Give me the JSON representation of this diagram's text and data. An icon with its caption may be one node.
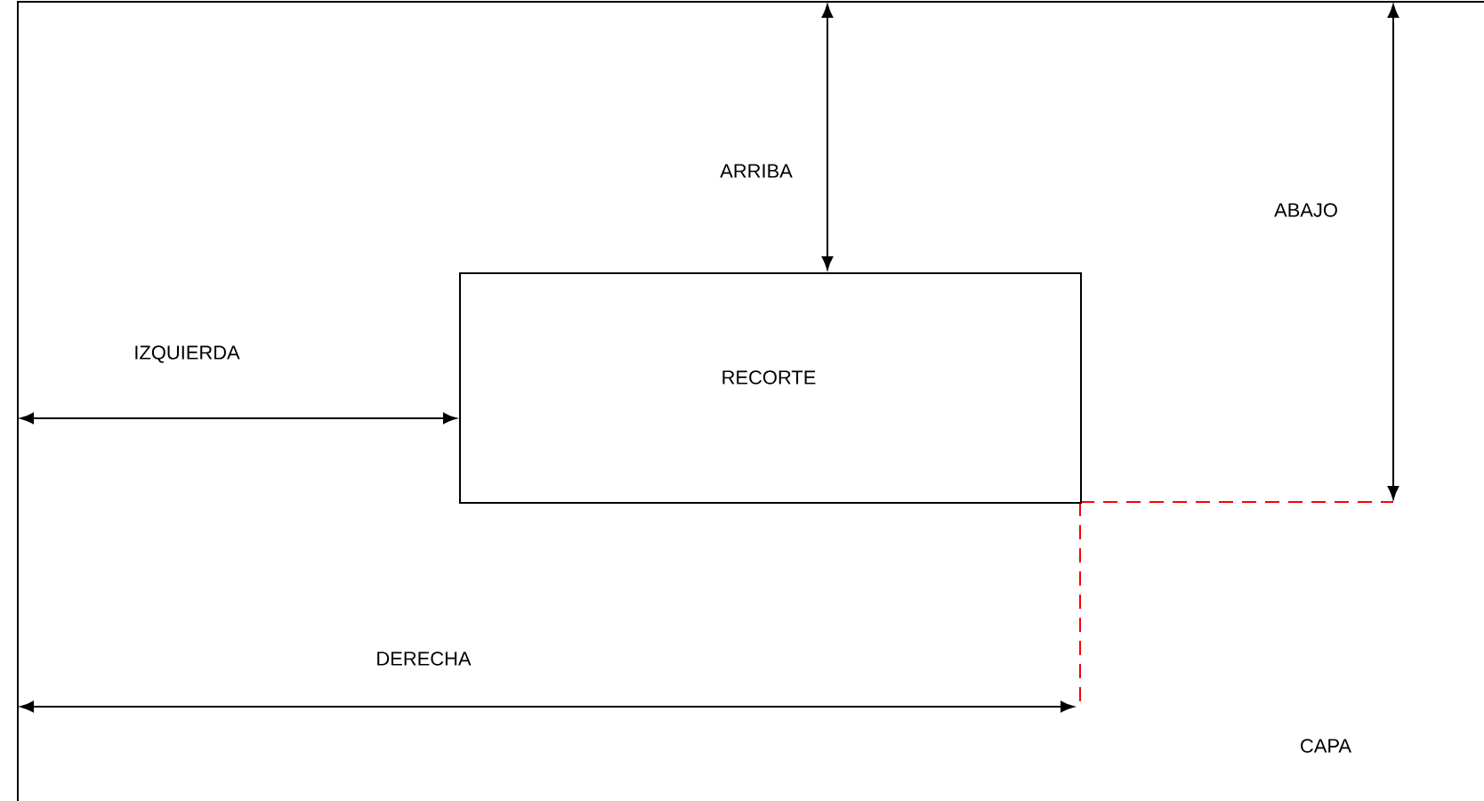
{
  "diagram": {
    "nodes": [
      {
        "text": [
          "CAPA"
        ]
      },
      {
        "text": [
          "RECORTE"
        ],
        "in": 0
      }
    ],
    "labels": [
      "ARRIBA",
      "ABAJO",
      "IZQUIERDA",
      "DERECHA"
    ]
  }
}
